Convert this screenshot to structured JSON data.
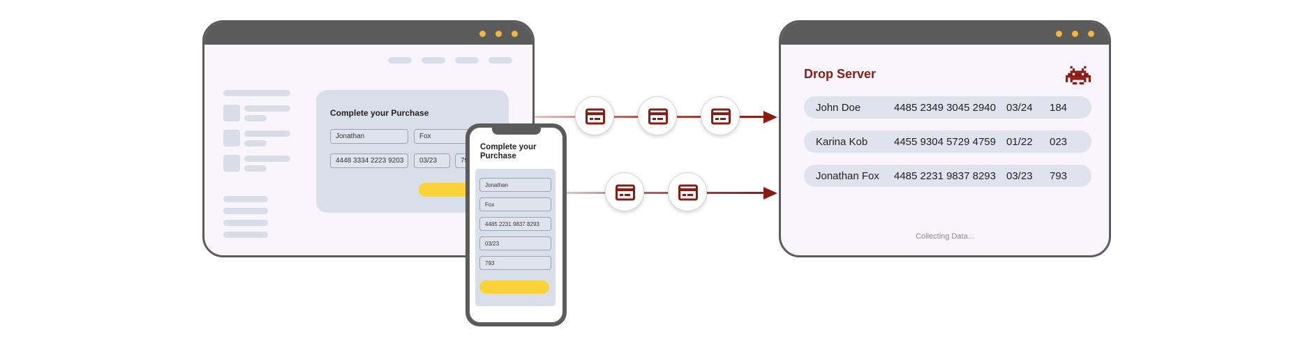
{
  "desktop_form": {
    "title": "Complete your Purchase",
    "first_name": "Jonathan",
    "last_name": "Fox",
    "card_number": "4448 3334 2223 9203",
    "expiry": "03/23",
    "cvv": "793"
  },
  "mobile_form": {
    "title": "Complete your Purchase",
    "first_name": "Jonathan",
    "last_name": "Fox",
    "card_number": "4485 2231 9837 8293",
    "expiry": "03/23",
    "cvv": "793"
  },
  "drop_server": {
    "title": "Drop Server",
    "rows": [
      {
        "name": "John Doe",
        "card": "4485 2349 3045 2940",
        "expiry": "03/24",
        "cvv": "184"
      },
      {
        "name": "Karina Kob",
        "card": "4455 9304 5729 4759",
        "expiry": "01/22",
        "cvv": "023"
      },
      {
        "name": "Jonathan Fox",
        "card": "4485 2231 9837 8293",
        "expiry": "03/23",
        "cvv": "793"
      }
    ],
    "status": "Collecting Data..."
  },
  "icons": {
    "card": "credit-card-icon",
    "server": "space-invader-icon"
  },
  "colors": {
    "accent_red": "#8b1a12",
    "window_frame": "#5b5b5b",
    "window_dots": "#f3b63e",
    "button_yellow": "#fcd23a",
    "form_panel": "#d9dfe9"
  }
}
